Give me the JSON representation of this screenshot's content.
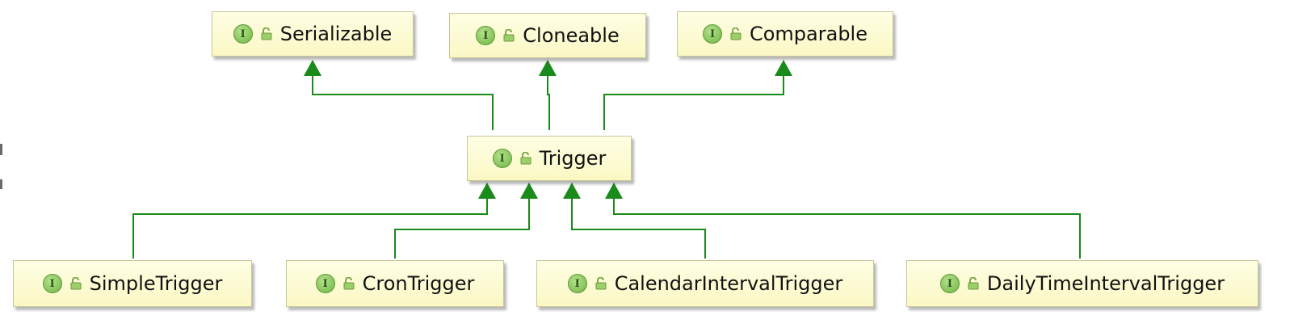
{
  "diagram": {
    "nodes": {
      "serializable": {
        "label": "Serializable",
        "kind_badge": "I",
        "icon": "interface-icon"
      },
      "cloneable": {
        "label": "Cloneable",
        "kind_badge": "I",
        "icon": "interface-icon"
      },
      "comparable": {
        "label": "Comparable",
        "kind_badge": "I",
        "icon": "interface-icon"
      },
      "trigger": {
        "label": "Trigger",
        "kind_badge": "I",
        "icon": "interface-icon"
      },
      "simple_trigger": {
        "label": "SimpleTrigger",
        "kind_badge": "I",
        "icon": "interface-icon"
      },
      "cron_trigger": {
        "label": "CronTrigger",
        "kind_badge": "I",
        "icon": "interface-icon"
      },
      "calendar_interval_trigger": {
        "label": "CalendarIntervalTrigger",
        "kind_badge": "I",
        "icon": "interface-icon"
      },
      "daily_time_interval_trigger": {
        "label": "DailyTimeIntervalTrigger",
        "kind_badge": "I",
        "icon": "interface-icon"
      }
    },
    "edges": [
      {
        "from": "trigger",
        "to": "serializable",
        "relation": "extends"
      },
      {
        "from": "trigger",
        "to": "cloneable",
        "relation": "extends"
      },
      {
        "from": "trigger",
        "to": "comparable",
        "relation": "extends"
      },
      {
        "from": "simple_trigger",
        "to": "trigger",
        "relation": "extends"
      },
      {
        "from": "cron_trigger",
        "to": "trigger",
        "relation": "extends"
      },
      {
        "from": "calendar_interval_trigger",
        "to": "trigger",
        "relation": "extends"
      },
      {
        "from": "daily_time_interval_trigger",
        "to": "trigger",
        "relation": "extends"
      }
    ],
    "colors": {
      "edge": "#1a8a1a",
      "node_fill": "#fcf9cc",
      "node_border": "#c8c79a",
      "interface_icon": "#7dbf4e",
      "lock_icon": "#7aa84a"
    }
  }
}
